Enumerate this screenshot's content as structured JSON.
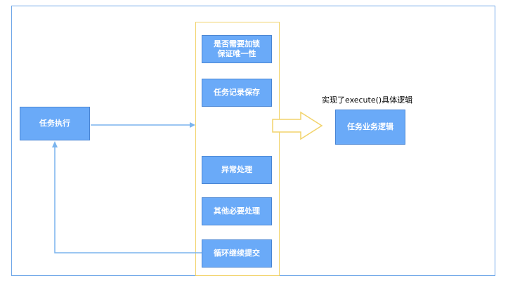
{
  "diagram": {
    "left_node": "任务执行",
    "steps": [
      "是否需要加锁\n保证唯一性",
      "任务记录保存",
      "异常处理",
      "其他必要处理",
      "循环继续提交"
    ],
    "right_node": "任务业务逻辑",
    "annotation": "实现了execute()具体逻辑"
  },
  "colors": {
    "box_fill": "#6aaaf8",
    "box_border": "#4a86d4",
    "arrow": "#7ab4ee",
    "container_border": "#f2d36b",
    "frame_border": "#6ea6e8"
  }
}
